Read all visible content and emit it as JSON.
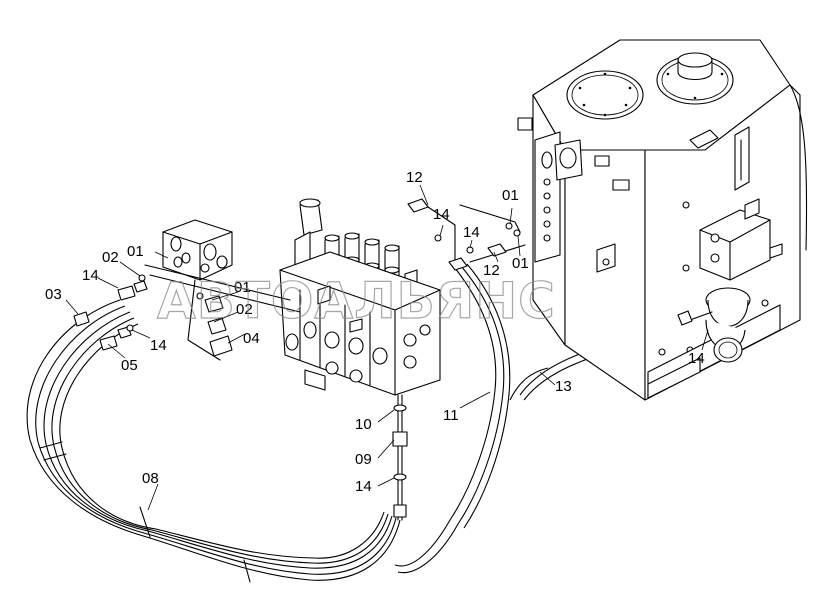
{
  "watermark": "АВТОАЛЬЯНС",
  "callouts": {
    "c01_top": "01",
    "c01_right": "01",
    "c01_valve": "01",
    "c01_mid": "01",
    "c02_left": "02",
    "c02_mid": "02",
    "c03": "03",
    "c04": "04",
    "c05": "05",
    "c08": "08",
    "c09": "09",
    "c10": "10",
    "c11": "11",
    "c12_top": "12",
    "c12_right": "12",
    "c13": "13",
    "c14_top": "14",
    "c14_right": "14",
    "c14_left": "14",
    "c14_low": "14",
    "c14_bottom": "14",
    "c14_tank": "14"
  },
  "icons": {
    "tank": "hydraulic-tank",
    "control_valve": "control-valve-block",
    "manifold": "manifold-block",
    "accumulator": "accumulator",
    "hoses": "hydraulic-hoses"
  }
}
